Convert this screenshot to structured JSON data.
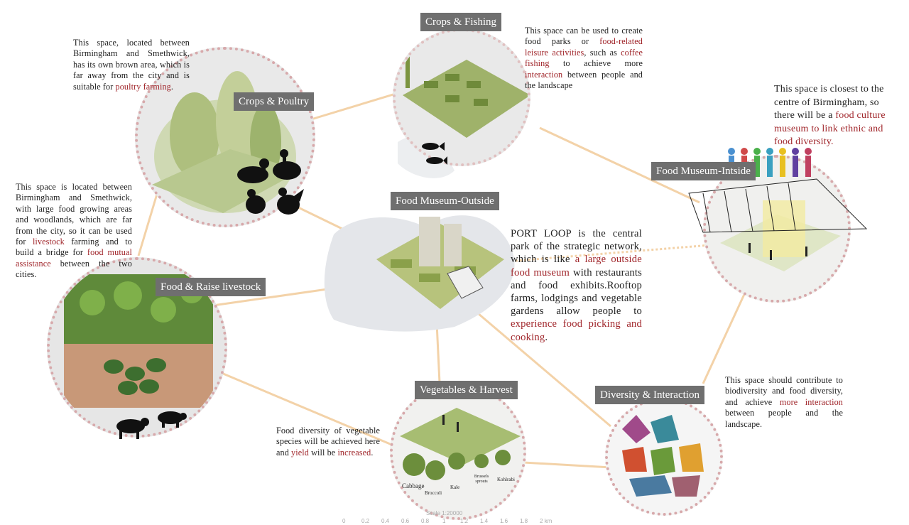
{
  "nodes": {
    "crops_fishing": {
      "label": "Crops & Fishing",
      "desc": [
        {
          "t": "This space can be used to create food parks or ",
          "h": false
        },
        {
          "t": "food-related leisure activities",
          "h": true
        },
        {
          "t": ", such as ",
          "h": false
        },
        {
          "t": "coffee fishing",
          "h": true
        },
        {
          "t": " to achieve more ",
          "h": false
        },
        {
          "t": "interaction",
          "h": true
        },
        {
          "t": " between people and the landscape",
          "h": false
        }
      ]
    },
    "crops_poultry": {
      "label": "Crops & Poultry",
      "desc": [
        {
          "t": "This space, located between Birmingham and Smethwick, has its own brown area, which is far away from the city and is suitable for ",
          "h": false
        },
        {
          "t": "poultry farming",
          "h": true
        },
        {
          "t": ".",
          "h": false
        }
      ]
    },
    "raise_livestock": {
      "label": "Food & Raise livestock",
      "desc": [
        {
          "t": "This space is located between Birmingham and Smethwick, with large food growing areas and woodlands, which are far from the city, so it can be used for ",
          "h": false
        },
        {
          "t": "livestock",
          "h": true
        },
        {
          "t": " farming and to build a bridge for ",
          "h": false
        },
        {
          "t": "food mutual assistance",
          "h": true
        },
        {
          "t": " between the two cities.",
          "h": false
        }
      ]
    },
    "museum_outside": {
      "label": "Food Museum-Outside",
      "desc": [
        {
          "t": "PORT LOOP is the central park of the strategic network, which is like ",
          "h": false
        },
        {
          "t": "a large outside food museum",
          "h": true
        },
        {
          "t": " with restaurants and food exhibits.Rooftop farms, lodgings and vegetable gardens allow people to ",
          "h": false
        },
        {
          "t": "experience food picking and cooking",
          "h": true
        },
        {
          "t": ".",
          "h": false
        }
      ]
    },
    "museum_inside": {
      "label": "Food Museum-Intside",
      "desc": [
        {
          "t": "This space is closest to the centre of Birmingham, so there will be a ",
          "h": false
        },
        {
          "t": "food culture museum to link ethnic and food diversity.",
          "h": true
        }
      ]
    },
    "vegetables_harvest": {
      "label": "Vegetables & Harvest",
      "desc": [
        {
          "t": "Food diversity of vegetable species will be achieved here and ",
          "h": false
        },
        {
          "t": "yield",
          "h": true
        },
        {
          "t": " will be ",
          "h": false
        },
        {
          "t": "increased",
          "h": true
        },
        {
          "t": ".",
          "h": false
        }
      ],
      "veg_labels": [
        "Cabbage",
        "Broccoli",
        "Kale",
        "Brussels sprouts",
        "Kohlrabi"
      ]
    },
    "diversity_interaction": {
      "label": "Diversity & Interaction",
      "desc": [
        {
          "t": "This space should contribute to biodiversity and food diversity, and achieve ",
          "h": false
        },
        {
          "t": "more interaction",
          "h": true
        },
        {
          "t": " between people and the landscape.",
          "h": false
        }
      ]
    }
  },
  "scale": {
    "title": "Scale 1:20000",
    "ticks": [
      "0",
      "0.2",
      "0.4",
      "0.6",
      "0.8",
      "1",
      "1.2",
      "1.4",
      "1.6",
      "1.8",
      "2 km"
    ]
  },
  "colors": {
    "highlight": "#a0252a",
    "label_bg": "#6f6f6f",
    "connector": "#f3d2a8",
    "circle_border": "#d7a9ab"
  }
}
